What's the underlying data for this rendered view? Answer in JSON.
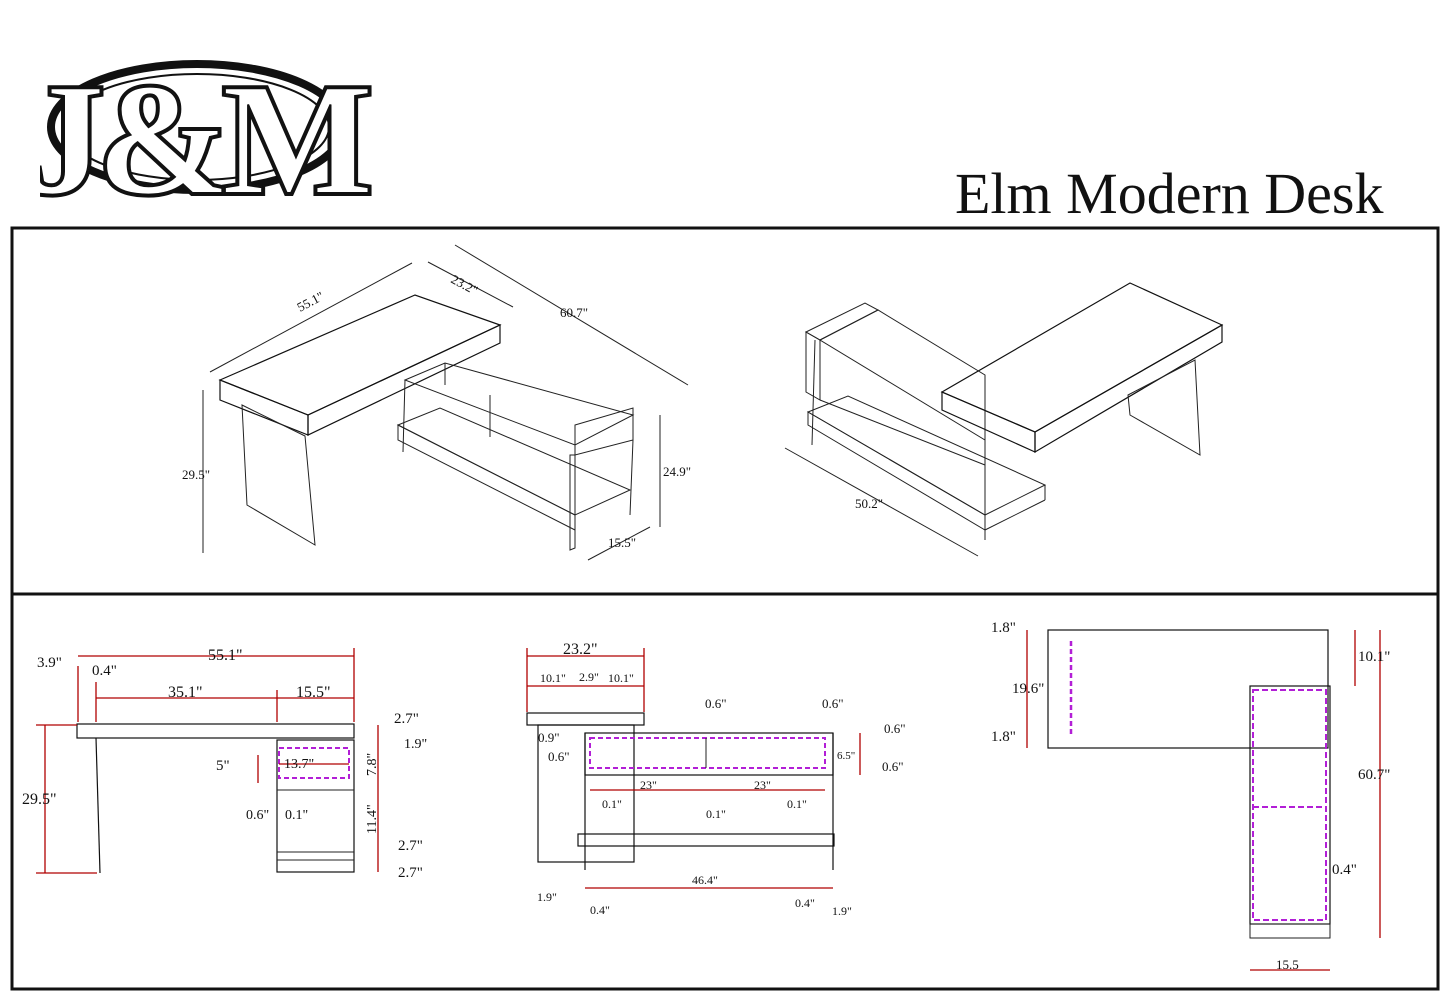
{
  "brand": {
    "logo_text": "J&M"
  },
  "title": "Elm Modern Desk",
  "iso_view_1": {
    "top_length": "55.1\"",
    "top_depth": "23.2\"",
    "overall_width": "60.7\"",
    "height": "29.5\"",
    "cabinet_height": "24.9\"",
    "cabinet_depth": "15.5\""
  },
  "iso_view_2": {
    "length": "50.2\""
  },
  "side_view": {
    "overall": "55.1\"",
    "offset": "3.9\"",
    "leg": "0.4\"",
    "span": "35.1\"",
    "cabinet": "15.5\"",
    "height": "29.5\"",
    "top_thickness": "2.7\"",
    "drawer_top": "1.9\"",
    "drawer_h": "5\"",
    "drawer_w": "13.7\"",
    "drawer_front": "7.8\"",
    "gap": "11.4\"",
    "shelf1": "2.7\"",
    "shelf2": "2.7\"",
    "a": "0.6\"",
    "b": "0.1\""
  },
  "front_view": {
    "width": "23.2\"",
    "w1": "10.1\"",
    "w2": "2.9\"",
    "w3": "10.1\"",
    "t1": "0.9\"",
    "t2": "0.6\"",
    "top_l": "0.6\"",
    "top_r": "0.6\"",
    "r1": "0.6\"",
    "r2": "6.5\"",
    "r3": "0.6\"",
    "d1": "23\"",
    "d2": "23\"",
    "g1": "0.1\"",
    "g2": "0.1\"",
    "g3": "0.1\"",
    "span": "46.4\"",
    "bl": "1.9\"",
    "bl2": "0.4\"",
    "br": "0.4\"",
    "br2": "1.9\""
  },
  "top_view": {
    "a": "1.8\"",
    "b": "19.6\"",
    "c": "1.8\"",
    "d": "10.1\"",
    "e": "60.7\"",
    "f": "0.4\"",
    "g": "15.5"
  }
}
